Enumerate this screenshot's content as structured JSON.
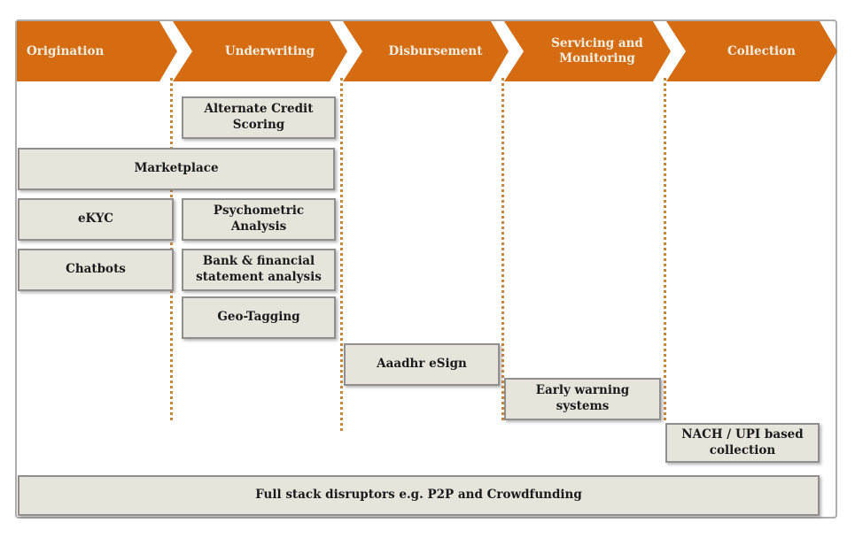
{
  "colors": {
    "chevron": "#d66c12",
    "chevron_text": "#f3eee2",
    "box_fill": "#e7e4dc",
    "box_border": "#8f8f8f",
    "box_text": "#1b1b1b",
    "dotted_line": "#c9863b",
    "outer_border": "#adadad"
  },
  "stages": [
    {
      "label": "Origination"
    },
    {
      "label": "Underwriting"
    },
    {
      "label": "Disbursement"
    },
    {
      "label": "Servicing and Monitoring"
    },
    {
      "label": "Collection"
    }
  ],
  "boxes": {
    "alternate_credit_scoring": {
      "label": "Alternate Credit Scoring"
    },
    "marketplace": {
      "label": "Marketplace"
    },
    "ekyc": {
      "label": "eKYC"
    },
    "psychometric_analysis": {
      "label": "Psychometric Analysis"
    },
    "chatbots": {
      "label": "Chatbots"
    },
    "bank_statement_analysis": {
      "label": "Bank & financial statement analysis"
    },
    "geo_tagging": {
      "label": "Geo-Tagging"
    },
    "aadhaar_esign": {
      "label": "Aaadhr eSign"
    },
    "early_warning_systems": {
      "label": "Early warning systems"
    },
    "nach_upi_collection": {
      "label": "NACH / UPI based collection"
    },
    "full_stack_disruptors": {
      "label": "Full stack disruptors e.g. P2P and Crowdfunding"
    }
  }
}
